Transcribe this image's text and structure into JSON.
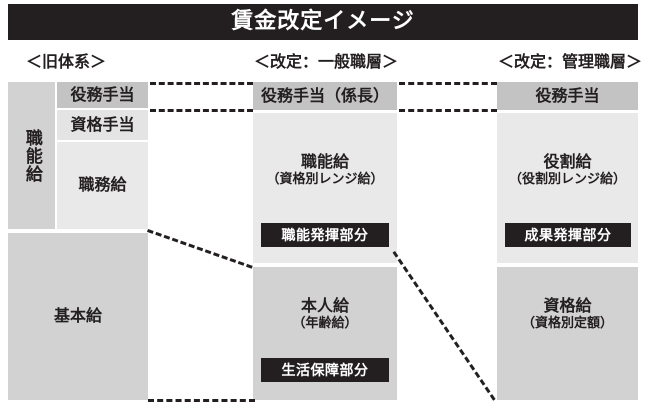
{
  "title": {
    "text": "賃金改定イメージ"
  },
  "columns": {
    "old": {
      "header": "＜旧体系＞",
      "group_label": "職能給",
      "items": [
        {
          "label": "役務手当"
        },
        {
          "label": "資格手当"
        },
        {
          "label": "職務給"
        }
      ],
      "base": {
        "label": "基本給"
      }
    },
    "general": {
      "header": "＜改定：一般職層＞",
      "allowance": {
        "label": "役務手当（係長）"
      },
      "upper": {
        "label": "職能給",
        "sublabel": "（資格別レンジ給）",
        "badge": "職能発揮部分"
      },
      "lower": {
        "label": "本人給",
        "sublabel": "（年齢給）",
        "badge": "生活保障部分"
      }
    },
    "managerial": {
      "header": "＜改定：管理職層＞",
      "allowance": {
        "label": "役務手当"
      },
      "upper": {
        "label": "役割給",
        "sublabel": "（役割別レンジ給）",
        "badge": "成果発揮部分"
      },
      "lower": {
        "label": "資格給",
        "sublabel": "（資格別定額）"
      }
    }
  },
  "colors": {
    "title_bg": "#231f20",
    "title_fg": "#ffffff",
    "badge_bg": "#231f20",
    "badge_fg": "#ffffff",
    "fill_dark": "#c3c3c3",
    "fill_mid": "#d2d2d2",
    "fill_light": "#e4e4e4",
    "fill_pale": "#e9e9e9",
    "connector": "#231f20"
  }
}
